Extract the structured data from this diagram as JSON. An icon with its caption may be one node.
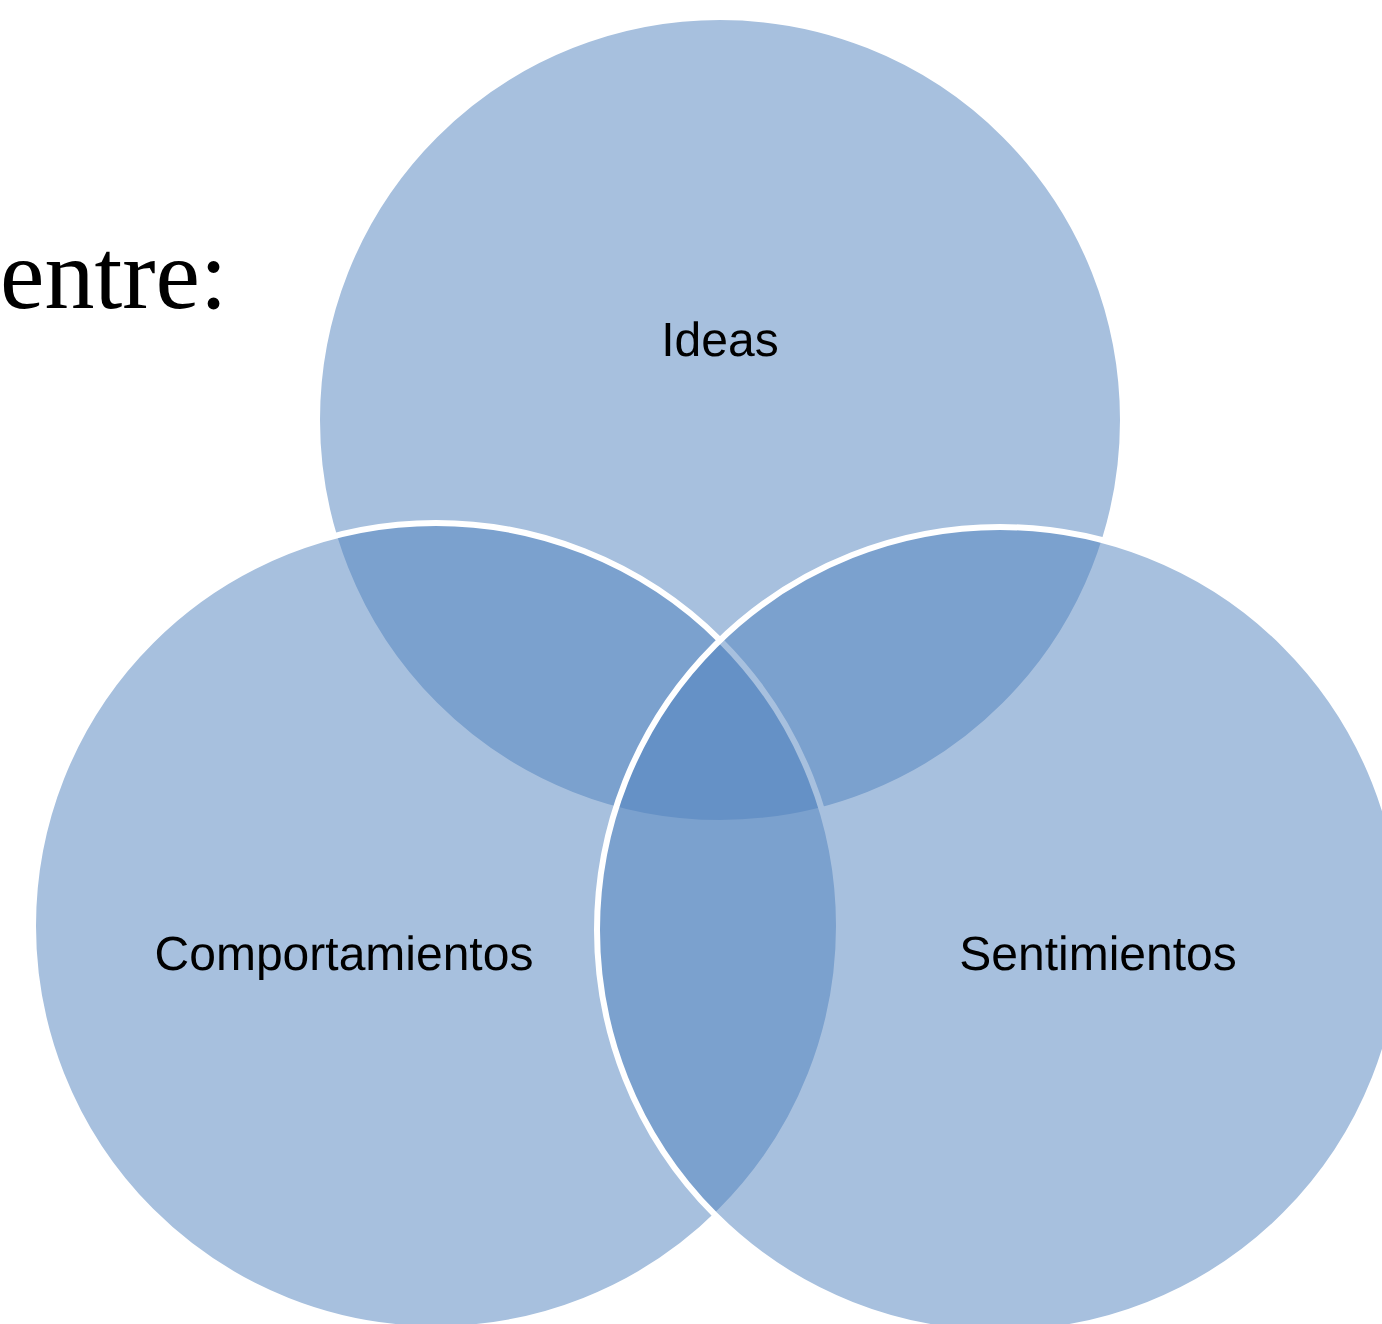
{
  "diagram": {
    "nodes": [
      {
        "text": [
          "Ideas"
        ]
      },
      {
        "text": [
          "Comportamientos"
        ]
      },
      {
        "text": [
          "Sentimientos"
        ]
      }
    ],
    "labels": [
      "entre:"
    ]
  }
}
